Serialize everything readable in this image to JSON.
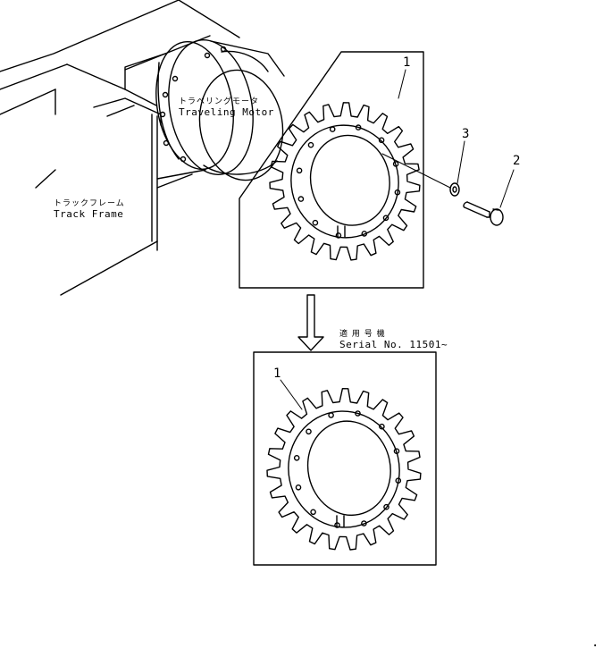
{
  "labels": {
    "motor_jp": "トラベリングモータ",
    "motor_en": "Traveling Motor",
    "frame_jp": "トラックフレーム",
    "frame_en": "Track Frame",
    "serial_jp": "適 用 号 機",
    "serial_en": "Serial No. 11501~"
  },
  "callouts": {
    "upper_sprocket": "1",
    "bolt": "2",
    "washer": "3",
    "lower_sprocket": "1"
  },
  "stray_mark": "."
}
